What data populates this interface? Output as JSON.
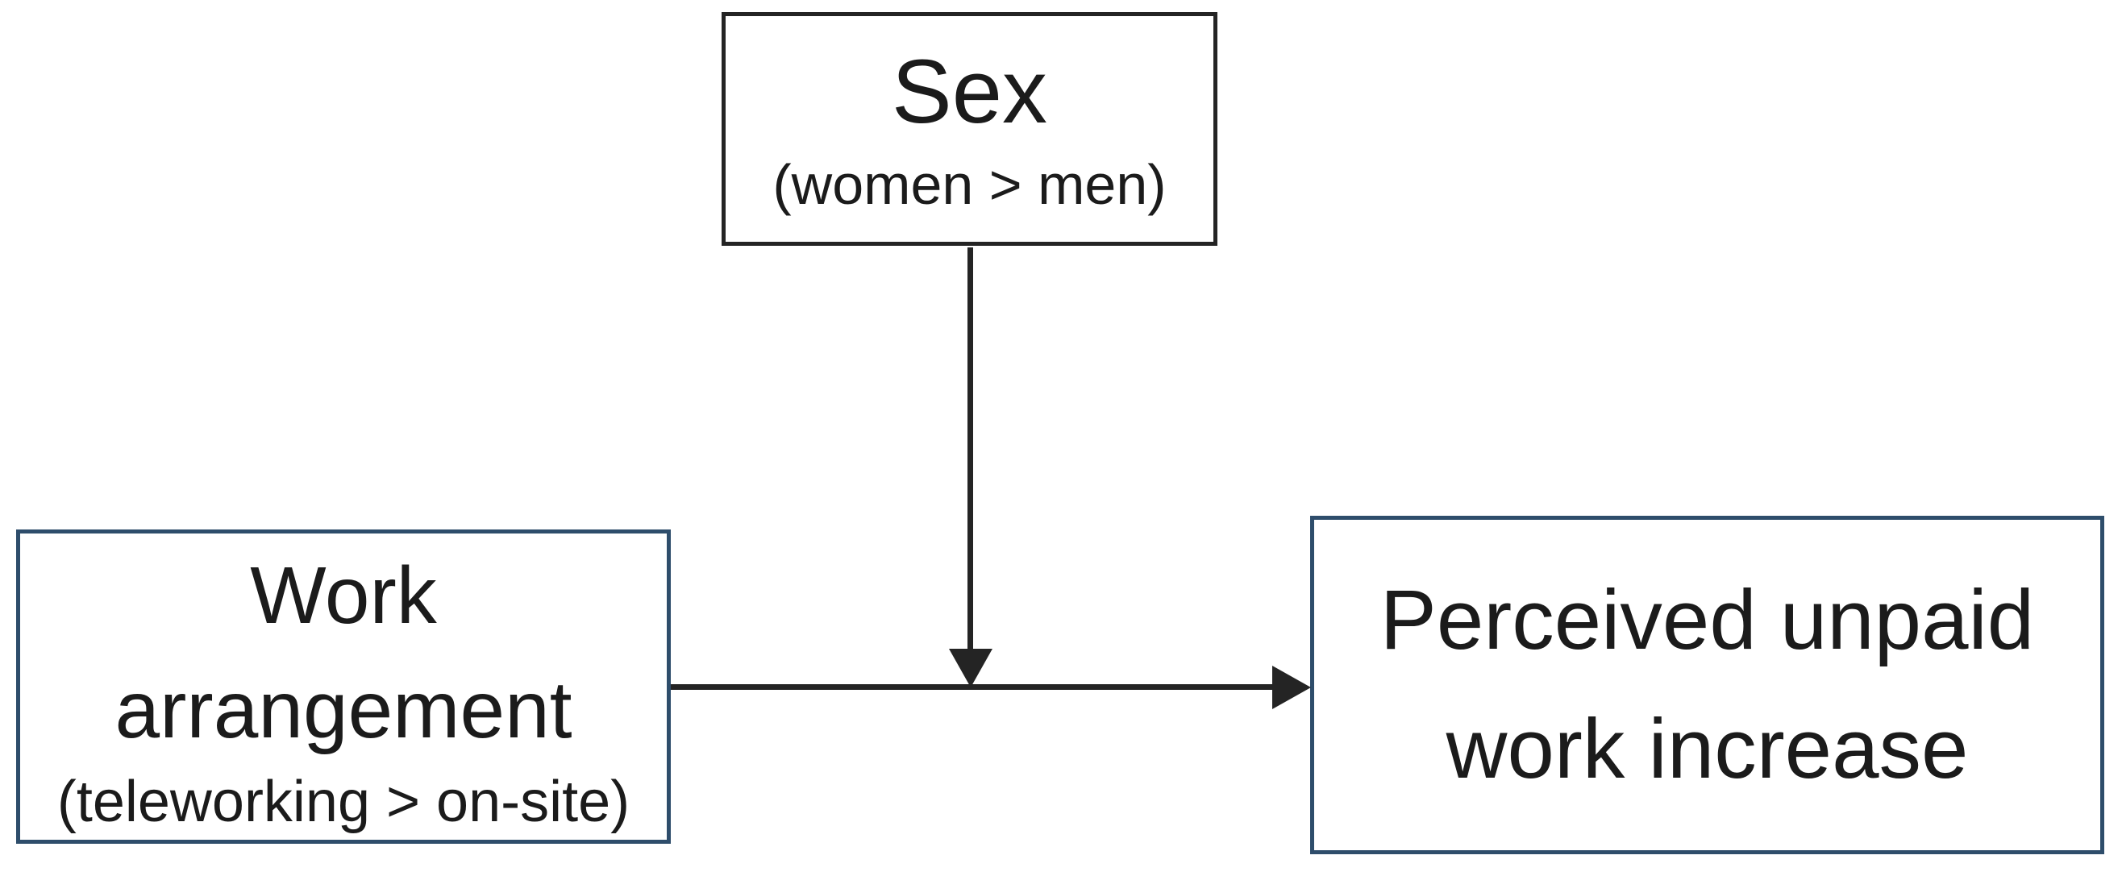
{
  "figure": {
    "background": "#ffffff",
    "text_color": "#1b1b1b",
    "arrow_color": "#242424",
    "nodes": {
      "moderator": {
        "title": "Sex",
        "subtitle": "(women > men)",
        "border_color": "#242424"
      },
      "predictor": {
        "title": "Work arrangement",
        "subtitle": "(teleworking > on-site)",
        "border_color": "#2e4d6b"
      },
      "outcome": {
        "title": "Perceived unpaid work increase",
        "border_color": "#2e4d6b"
      }
    },
    "arrows": [
      {
        "id": "main-effect",
        "from": "predictor",
        "to": "outcome",
        "direction": "right"
      },
      {
        "id": "moderation",
        "from": "moderator",
        "to": "main-effect-arrow",
        "direction": "down"
      }
    ]
  }
}
